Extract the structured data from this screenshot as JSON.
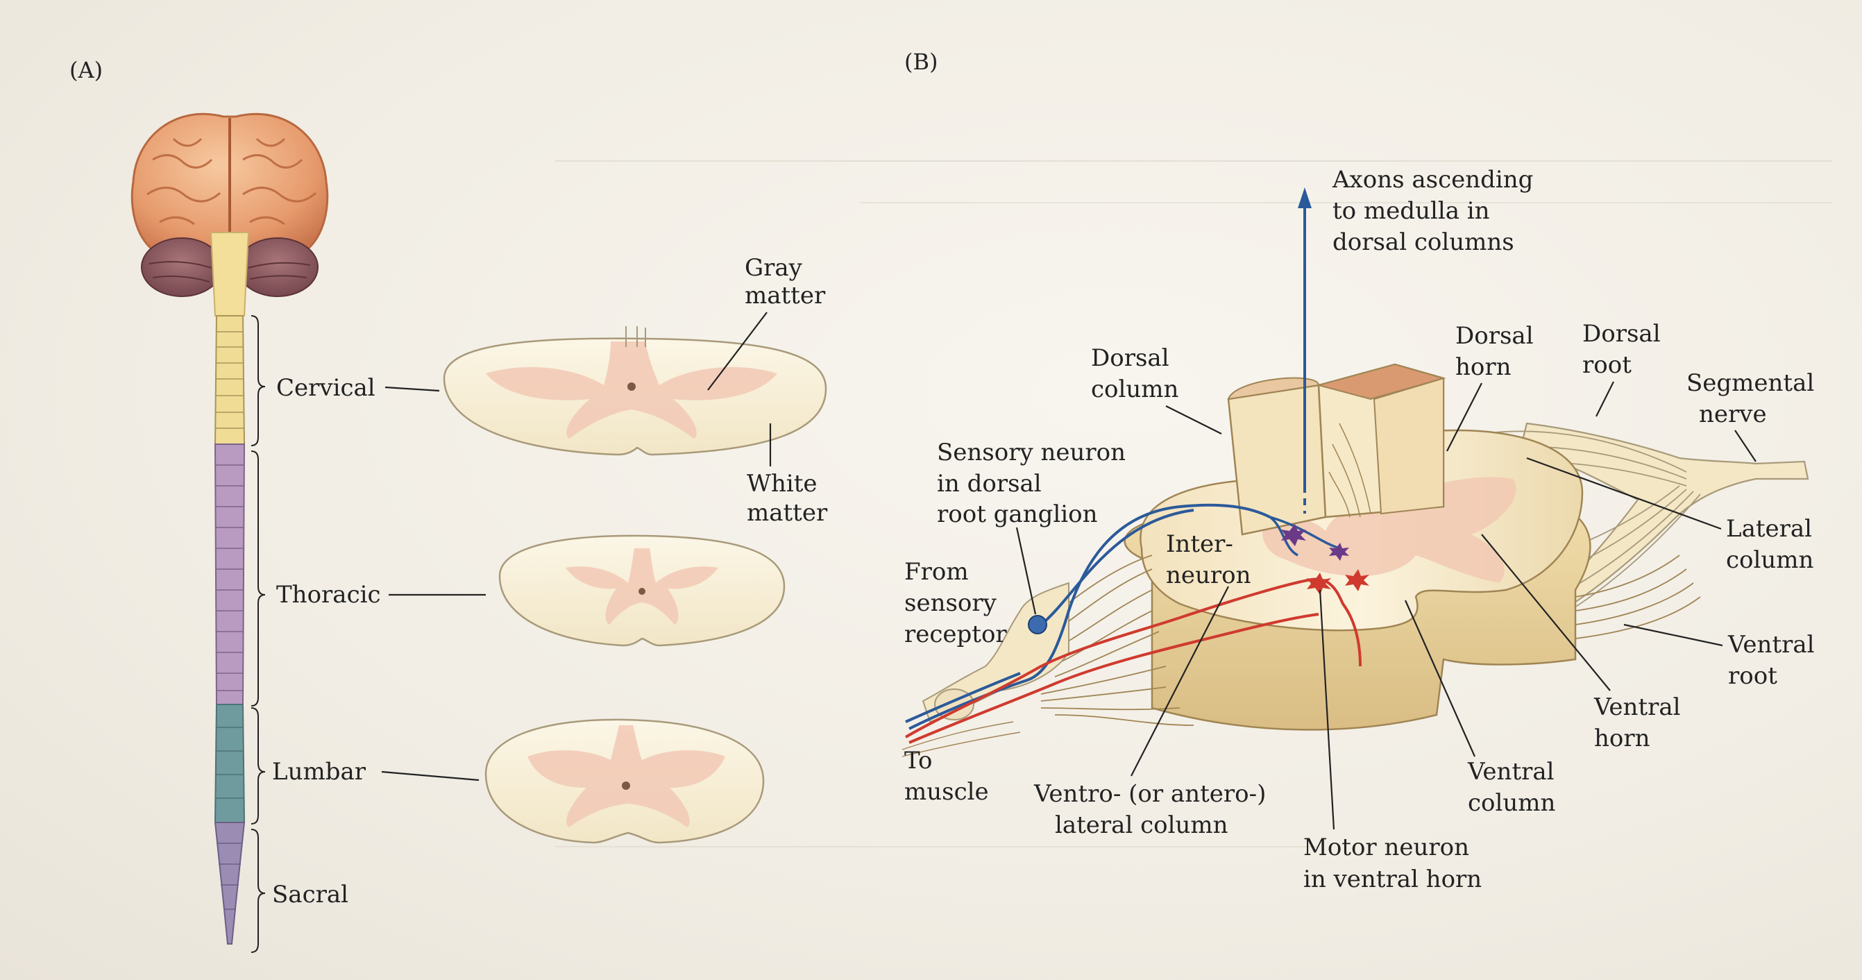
{
  "panels": {
    "a": "(A)",
    "b": "(B)"
  },
  "panel_a": {
    "regions": [
      "Cervical",
      "Thoracic",
      "Lumbar",
      "Sacral"
    ],
    "gray_matter": [
      "Gray",
      "matter"
    ],
    "white_matter": [
      "White",
      "matter"
    ]
  },
  "panel_b": {
    "axons": [
      "Axons ascending",
      "to  medulla in",
      "dorsal columns"
    ],
    "dorsal_column": [
      "Dorsal",
      "column"
    ],
    "dorsal_horn": [
      "Dorsal",
      "horn"
    ],
    "dorsal_root": [
      "Dorsal",
      "root"
    ],
    "segmental_nerve": [
      "Segmental",
      "nerve"
    ],
    "sensory_neuron": [
      "Sensory neuron",
      "in dorsal",
      "root ganglion"
    ],
    "interneuron": [
      "Inter-",
      "neuron"
    ],
    "from_receptor": [
      "From",
      "sensory",
      "receptor"
    ],
    "to_muscle": [
      "To",
      "muscle"
    ],
    "lateral_column": [
      "Lateral",
      "column"
    ],
    "ventral_root": [
      "Ventral",
      "root"
    ],
    "ventral_horn": [
      "Ventral",
      "horn"
    ],
    "ventral_column": [
      "Ventral",
      "column"
    ],
    "ventrolateral": [
      "Ventro- (or antero-)",
      "lateral column"
    ],
    "motor_neuron": [
      "Motor neuron",
      "in ventral horn"
    ]
  },
  "colors": {
    "brain": "#e9a377",
    "cerebellum": "#8b5a5e",
    "cervical": "#f0dc95",
    "thoracic": "#b99ac0",
    "lumbar": "#6f9a9e",
    "sacral": "#9b8cb3",
    "gray_matter": "#f2cbb7",
    "white_matter": "#fbf5e3",
    "sensory_fiber": "#2b5a9a",
    "motor_fiber": "#d03a2e"
  }
}
